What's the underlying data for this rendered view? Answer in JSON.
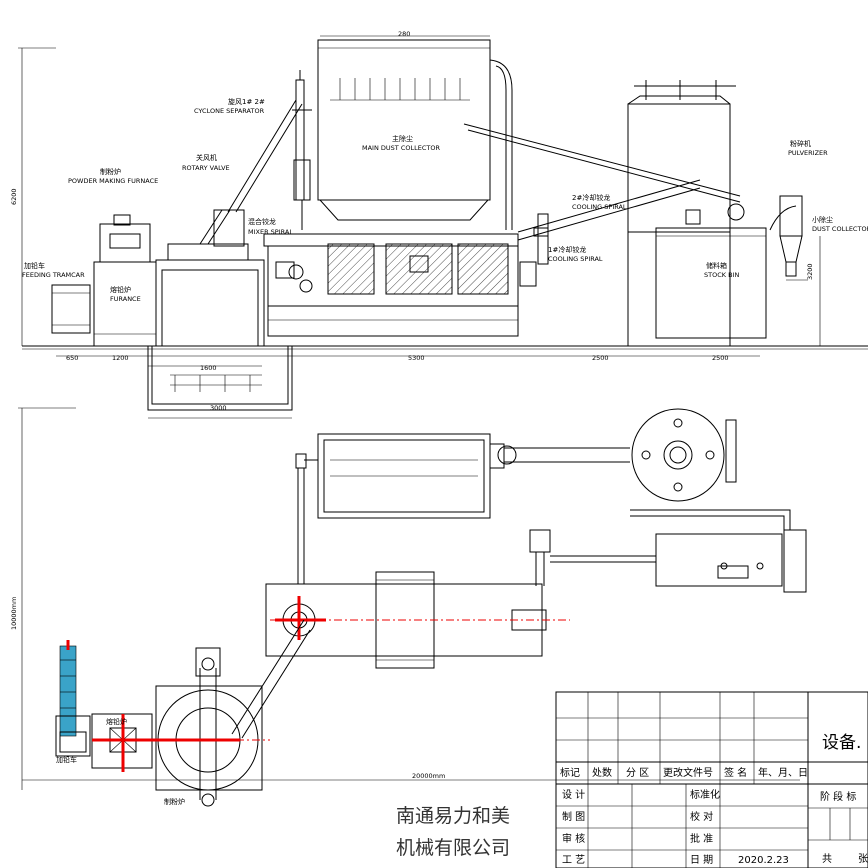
{
  "top_view": {
    "height_dim": "6200",
    "width_dim_main": "280",
    "dims_bottom": [
      "650",
      "1200",
      "1600",
      "5300",
      "2500",
      "2500"
    ],
    "pit_dim": "3000",
    "right_height_dim": "3200",
    "labels": {
      "cyclone": [
        "旋风1# 2#",
        "CYCLONE SEPARATOR"
      ],
      "main_collector": [
        "主除尘",
        "MAIN DUST COLLECTOR"
      ],
      "pulverizer": [
        "粉碎机",
        "PULVERIZER"
      ],
      "powder_furnace": [
        "制粉炉",
        "POWDER MAKING FURNACE"
      ],
      "rotary_valve": [
        "关风机",
        "ROTARY VALVE"
      ],
      "mixer_spiral": [
        "混合铰龙",
        "MIXER SPIRAL"
      ],
      "cooling_spiral_2": [
        "2#冷却铰龙",
        "COOLING SPIRAL"
      ],
      "cooling_spiral_1": [
        "1#冷却铰龙",
        "COOLING SPIRAL"
      ],
      "stock_bin": [
        "储料箱",
        "STOCK BIN"
      ],
      "dust_collector_small": [
        "小除尘",
        "DUST COLLECTOR"
      ],
      "feeding_tramcar": [
        "加铅车",
        "FEEDING TRAMCAR"
      ],
      "furnace": [
        "熔铅炉",
        "FURANCE"
      ]
    }
  },
  "plan_view": {
    "height_dim": "10000mm",
    "width_dim": "20000mm",
    "labels": {
      "melting_furnace": "熔铅炉",
      "feeding_car": "加铅车",
      "powder_furnace": "制粉炉"
    }
  },
  "title_block": {
    "header": [
      "标记",
      "处数",
      "分 区",
      "更改文件号",
      "签 名",
      "年、月、日"
    ],
    "rows": [
      {
        "left": "设 计",
        "right": "标准化"
      },
      {
        "left": "制 图",
        "right": "校 对"
      },
      {
        "left": "审 核",
        "right": "批 准"
      },
      {
        "left": "工 艺",
        "right": "日 期",
        "value": "2020.2.23"
      }
    ],
    "stage_label": "阶 段 标",
    "total_label": "共",
    "sheet_label": "张",
    "equipment_title": "设备.",
    "company_line1": "南通易力和美",
    "company_line2": "机械有限公司"
  },
  "colors": {
    "line": "#000000",
    "highlight": "#e00000",
    "pulverizer_column": "#3aa3c8"
  }
}
